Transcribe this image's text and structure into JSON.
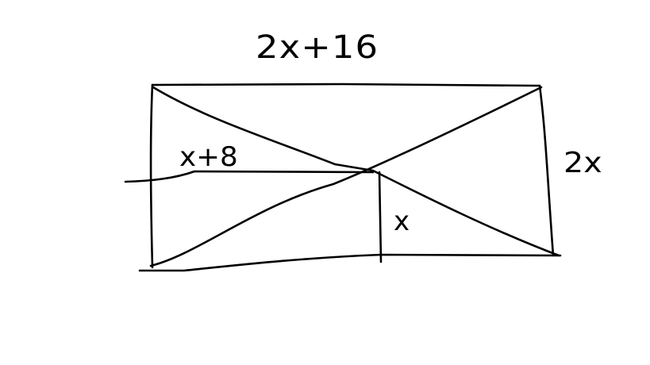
{
  "diagram": {
    "labels": {
      "top_side": "2x+16",
      "right_side": "2x",
      "half_width": "x+8",
      "half_height": "x"
    },
    "stroke_color": "#000000",
    "background_color": "#ffffff"
  }
}
